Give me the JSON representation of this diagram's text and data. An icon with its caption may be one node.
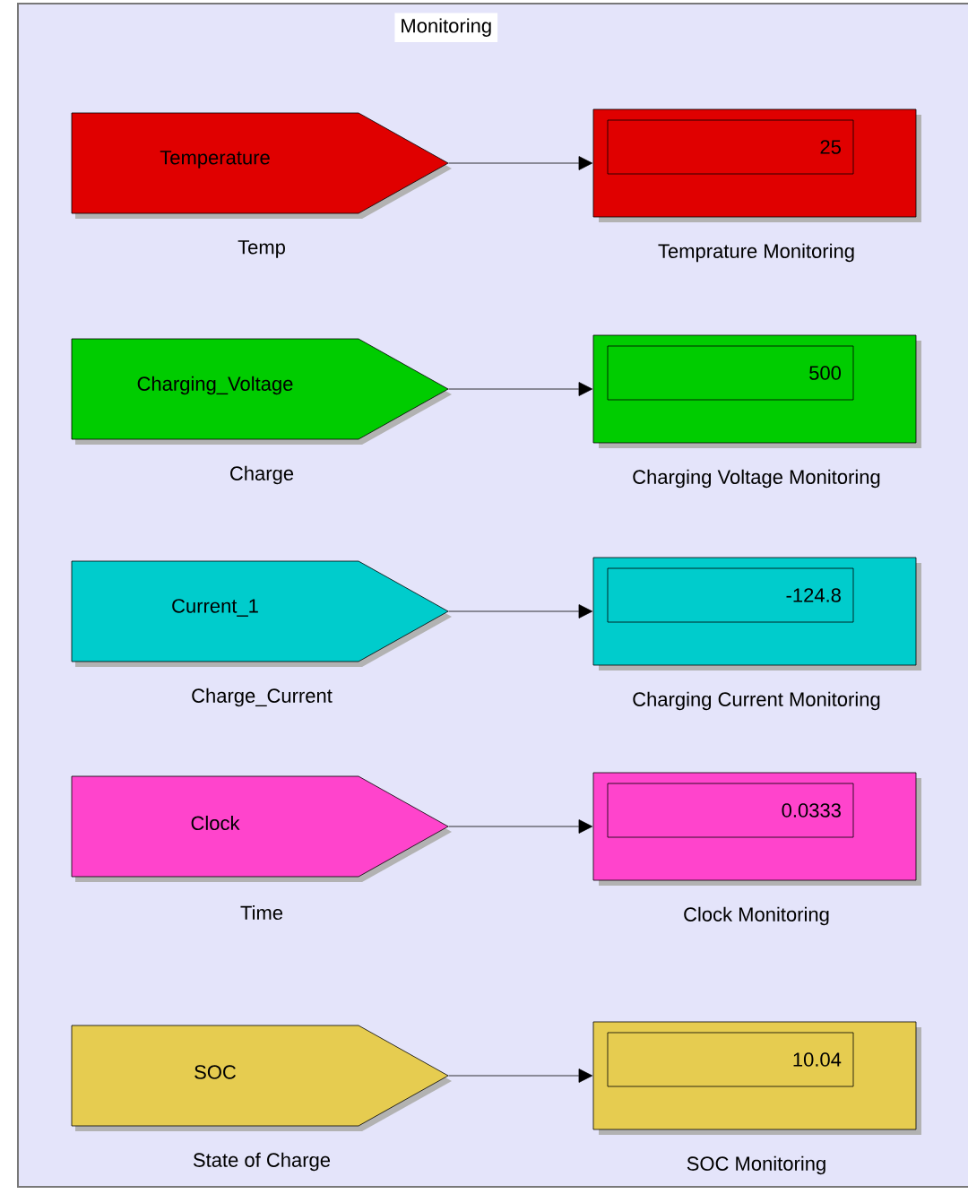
{
  "diagram": {
    "title": "Monitoring",
    "nodes": [
      {
        "text": [
          "Temperature"
        ],
        "beside": [
          "Temp"
        ]
      },
      {
        "text": [
          "25"
        ],
        "beside": [
          "Temprature Monitoring"
        ]
      },
      {
        "text": [
          "Charging_Voltage"
        ],
        "beside": [
          "Charge"
        ]
      },
      {
        "text": [
          "500"
        ],
        "beside": [
          "Charging Voltage Monitoring"
        ]
      },
      {
        "text": [
          "Current_1"
        ],
        "beside": [
          "Charge_Current"
        ]
      },
      {
        "text": [
          "-124.8"
        ],
        "beside": [
          "Charging Current Monitoring"
        ]
      },
      {
        "text": [
          "Clock"
        ],
        "beside": [
          "Time"
        ]
      },
      {
        "text": [
          "0.0333"
        ],
        "beside": [
          "Clock Monitoring"
        ]
      },
      {
        "text": [
          "SOC"
        ],
        "beside": [
          "State of Charge"
        ]
      },
      {
        "text": [
          "10.04"
        ],
        "beside": [
          "SOC Monitoring"
        ]
      }
    ],
    "edges": [
      {
        "from": 0,
        "to": 1,
        "arrow": "to"
      },
      {
        "from": 2,
        "to": 3,
        "arrow": "to"
      },
      {
        "from": 4,
        "to": 5,
        "arrow": "to"
      },
      {
        "from": 6,
        "to": 7,
        "arrow": "to"
      },
      {
        "from": 8,
        "to": 9,
        "arrow": "to"
      }
    ]
  }
}
